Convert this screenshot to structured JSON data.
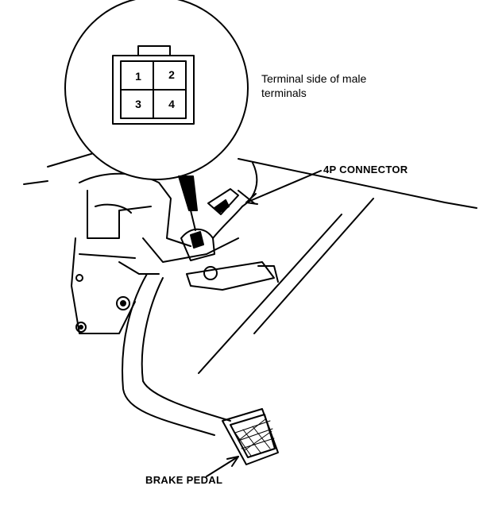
{
  "labels": {
    "terminal_line1": "Terminal side of male",
    "terminal_line2": "terminals",
    "connector": "4P CONNECTOR",
    "pedal": "BRAKE PEDAL"
  },
  "connector_pins": [
    "1",
    "2",
    "3",
    "4"
  ],
  "colors": {
    "ink": "#000000",
    "paper": "#ffffff"
  }
}
